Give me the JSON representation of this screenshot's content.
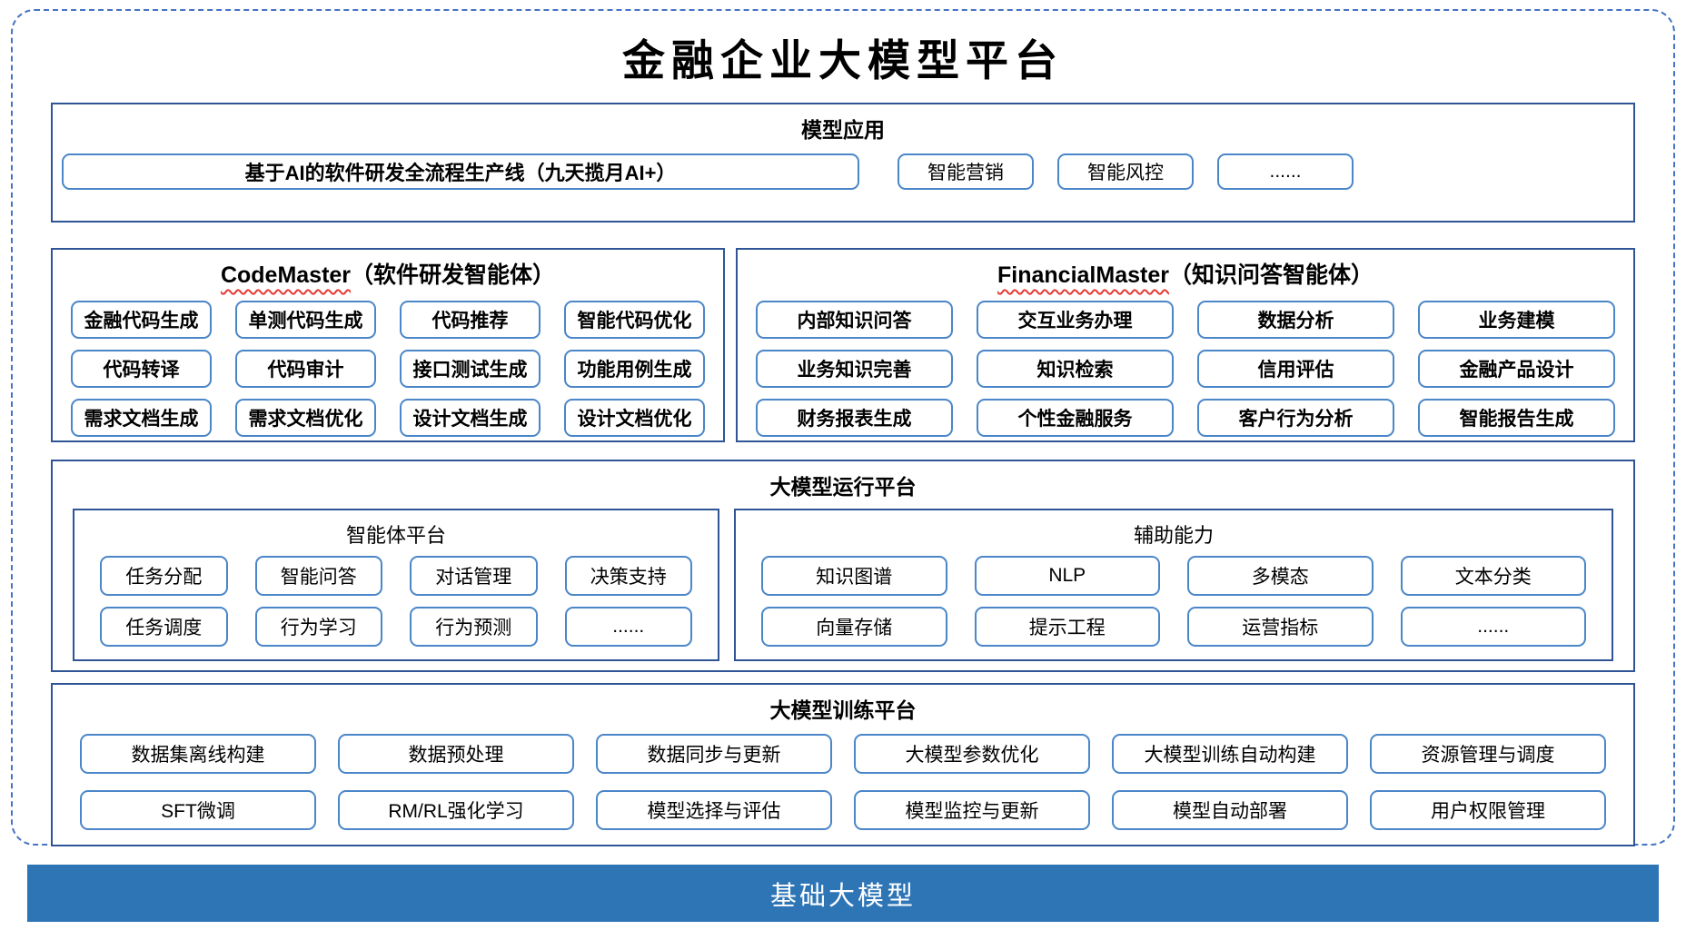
{
  "title": "金融企业大模型平台",
  "colors": {
    "frame_dashed": "#4472C4",
    "container_border": "#2F5597",
    "chip_border": "#4A86C8",
    "foundation_bar_bg": "#2E75B6",
    "foundation_bar_text": "#FFFFFF",
    "squiggle_underline": "#E53935"
  },
  "model_app": {
    "header": "模型应用",
    "main_item": "基于AI的软件研发全流程生产线（九天揽月AI+）",
    "items": [
      "智能营销",
      "智能风控",
      "......"
    ]
  },
  "code_master": {
    "name": "CodeMaster",
    "suffix": "（软件研发智能体）",
    "items": [
      "金融代码生成",
      "单测代码生成",
      "代码推荐",
      "智能代码优化",
      "代码转译",
      "代码审计",
      "接口测试生成",
      "功能用例生成",
      "需求文档生成",
      "需求文档优化",
      "设计文档生成",
      "设计文档优化"
    ]
  },
  "financial_master": {
    "name": "FinancialMaster",
    "suffix": "（知识问答智能体）",
    "items": [
      "内部知识问答",
      "交互业务办理",
      "数据分析",
      "业务建模",
      "业务知识完善",
      "知识检索",
      "信用评估",
      "金融产品设计",
      "财务报表生成",
      "个性金融服务",
      "客户行为分析",
      "智能报告生成"
    ]
  },
  "runtime": {
    "header": "大模型运行平台",
    "agent_platform": {
      "header": "智能体平台",
      "items": [
        "任务分配",
        "智能问答",
        "对话管理",
        "决策支持",
        "任务调度",
        "行为学习",
        "行为预测",
        "......"
      ]
    },
    "aux": {
      "header": "辅助能力",
      "items": [
        "知识图谱",
        "NLP",
        "多模态",
        "文本分类",
        "向量存储",
        "提示工程",
        "运营指标",
        "......"
      ]
    }
  },
  "training": {
    "header": "大模型训练平台",
    "items": [
      "数据集离线构建",
      "数据预处理",
      "数据同步与更新",
      "大模型参数优化",
      "大模型训练自动构建",
      "资源管理与调度",
      "SFT微调",
      "RM/RL强化学习",
      "模型选择与评估",
      "模型监控与更新",
      "模型自动部署",
      "用户权限管理"
    ]
  },
  "foundation": {
    "label": "基础大模型"
  }
}
